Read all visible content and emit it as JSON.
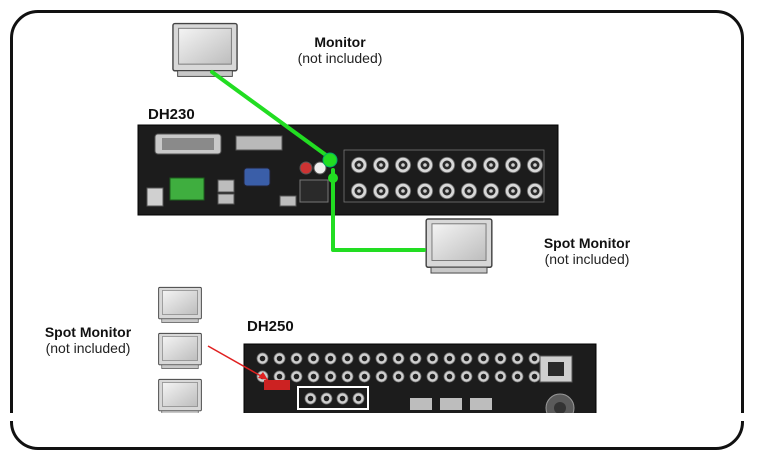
{
  "monitor_top": {
    "title": "Monitor",
    "note": "(not included)"
  },
  "dh230": {
    "title": "DH230"
  },
  "spot_monitor_right": {
    "title": "Spot Monitor",
    "note": "(not included)"
  },
  "spot_monitor_left": {
    "title": "Spot Monitor",
    "note": "(not included)"
  },
  "dh250": {
    "title": "DH250"
  },
  "colors": {
    "cable": "#22dd22",
    "frame": "#111111",
    "device": "#1c1c1c",
    "highlight": "#ffffff",
    "arrow": "#e02020"
  }
}
